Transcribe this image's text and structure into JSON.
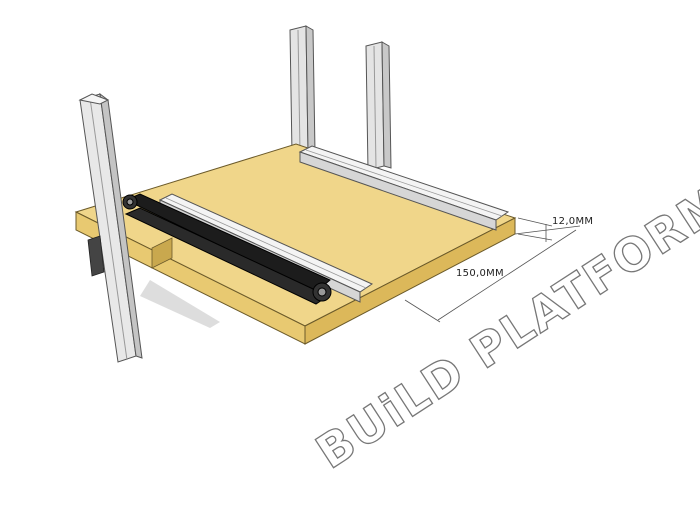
{
  "title": "BUiLD PLATFORM",
  "dimensions": {
    "thickness": "12,0MM",
    "width": "150,0MM"
  },
  "colors": {
    "plate": "#f0d68a",
    "plate_side": "#e6c46c",
    "rail": "#e8e8e8",
    "belt": "#1c1c1c"
  }
}
